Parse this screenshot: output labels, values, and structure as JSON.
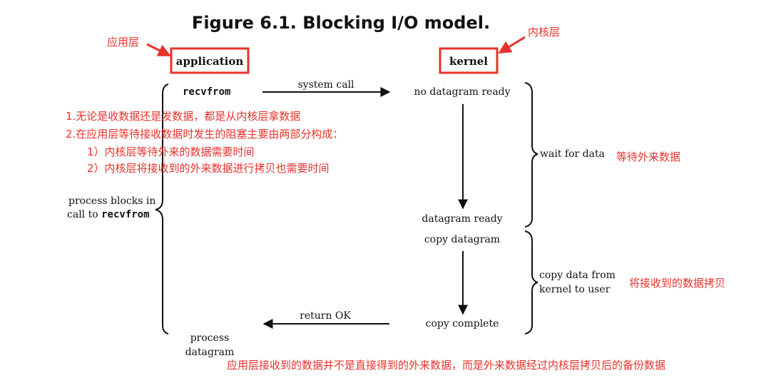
{
  "figure": {
    "title": "Figure 6.1. Blocking I/O model.",
    "application_label": "application",
    "kernel_label": "kernel",
    "recvfrom": "recvfrom",
    "system_call": "system call",
    "no_datagram_ready": "no datagram ready",
    "wait_for_data": "wait for data",
    "process_blocks_line1": "process blocks in",
    "process_blocks_line2_prefix": "call to ",
    "process_blocks_line2_code": "recvfrom",
    "datagram_ready": "datagram ready",
    "copy_datagram": "copy datagram",
    "copy_data_line1": "copy data from",
    "copy_data_line2": "kernel to user",
    "return_ok": "return OK",
    "copy_complete": "copy complete",
    "process_datagram_line1": "process",
    "process_datagram_line2": "datagram"
  },
  "annotations": {
    "app_layer": "应用层",
    "kernel_layer": "内核层",
    "note_1": "1.无论是收数据还是发数据，都是从内核层拿数据",
    "note_2": "2.在应用层等待接收数据时发生的阻塞主要由两部分构成：",
    "note_2_1": "1）内核层等待外来的数据需要时间",
    "note_2_2": "2）内核层将接收到的外来数据进行拷贝也需要时间",
    "wait_external": "等待外来数据",
    "copy_received": "将接收到的数据拷贝",
    "bottom_note": "应用层接收到的数据并不是直接得到的外来数据，而是外来数据经过内核层拷贝后的备份数据"
  },
  "colors": {
    "annotation": "#e8322b",
    "ink": "#111111"
  }
}
